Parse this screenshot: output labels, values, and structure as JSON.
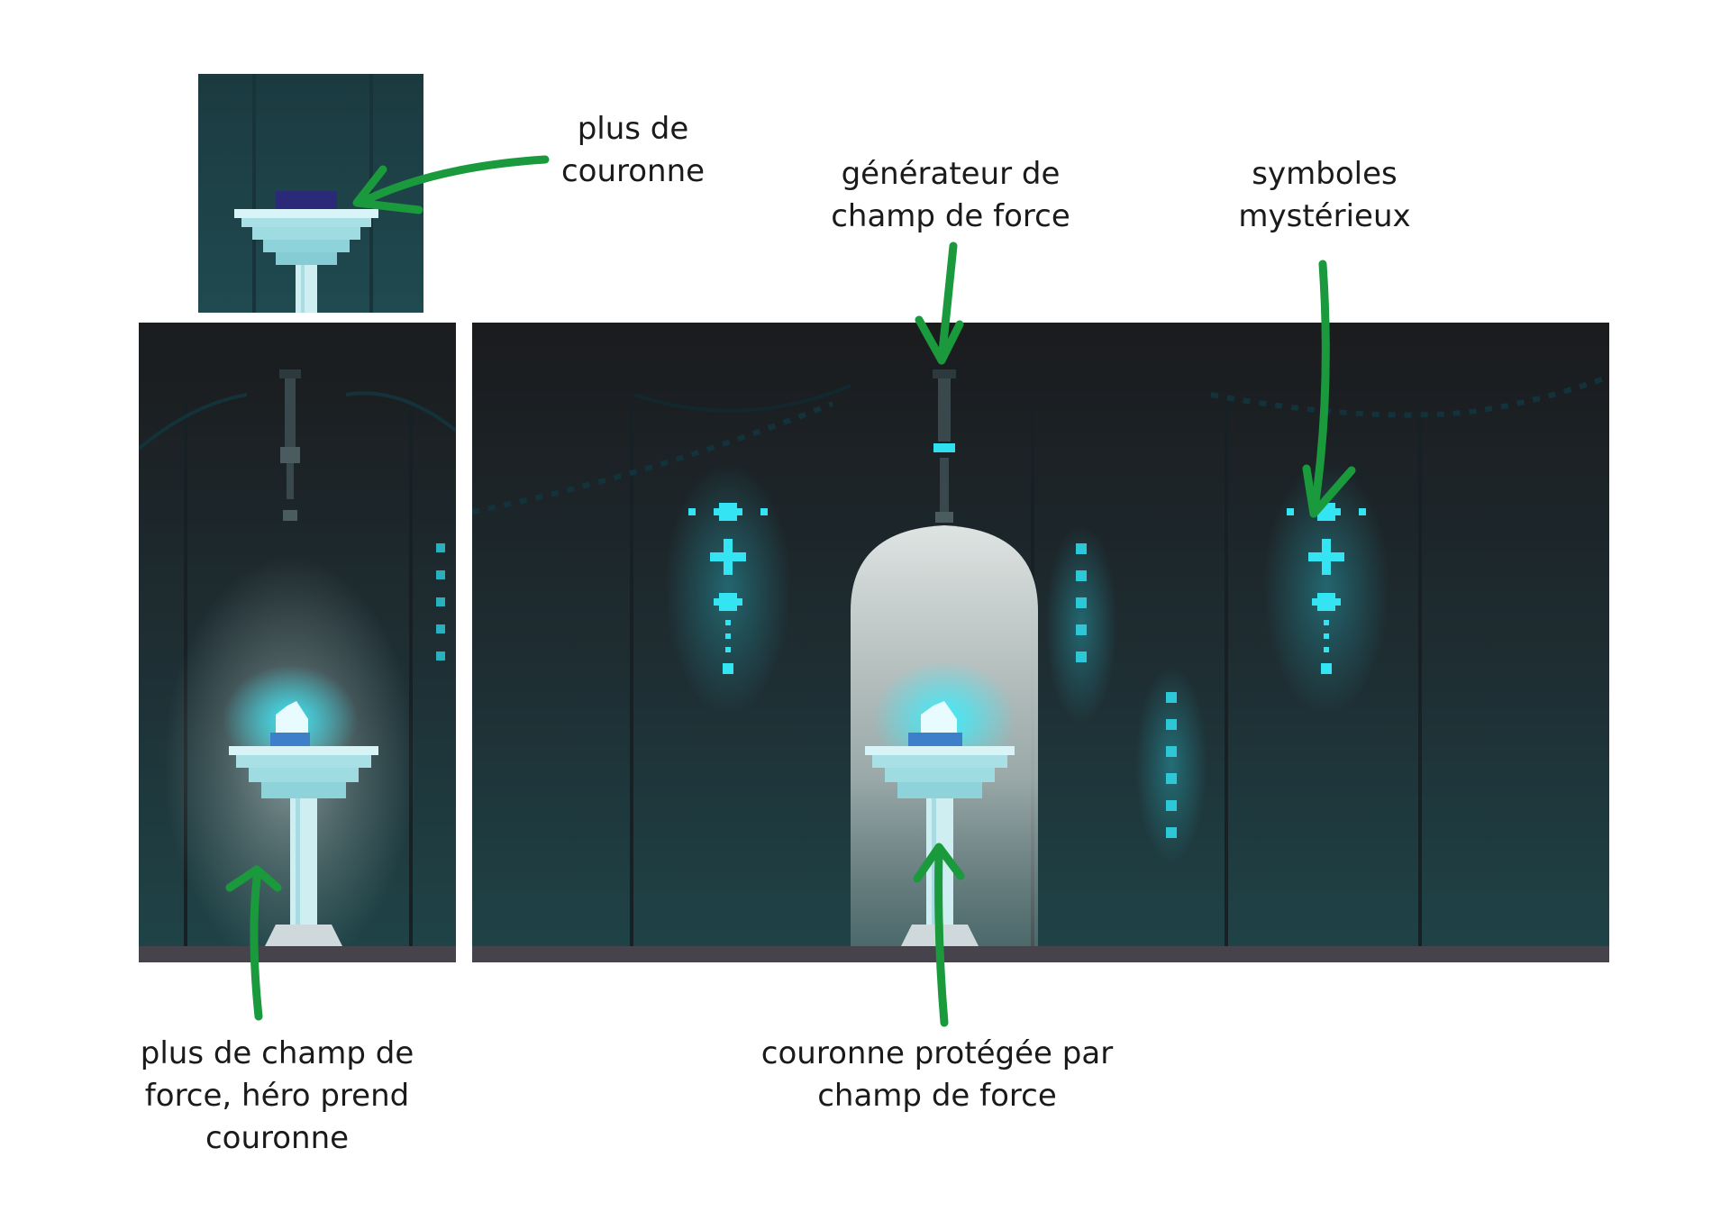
{
  "labels": {
    "no_crown": "plus de\ncouronne",
    "generator": "générateur de\nchamp de force",
    "symbols": "symboles\nmystérieux",
    "hero_takes_crown": "plus de champ de\nforce, héro prend\ncouronne",
    "protected_crown": "couronne protégée par\nchamp de force"
  },
  "colors": {
    "arrow": "#1a9a3c",
    "glow": "#2fe0f0",
    "room_dark": "#1b2428",
    "room_teal": "#1e4448",
    "floor": "#46434c",
    "pedestal": "#bfe8ec",
    "crown": "#e8fbff"
  },
  "icons": [
    "pedestal-icon",
    "crown-icon",
    "forcefield-generator-icon",
    "mysterious-symbol-icon",
    "arrow-icon"
  ]
}
